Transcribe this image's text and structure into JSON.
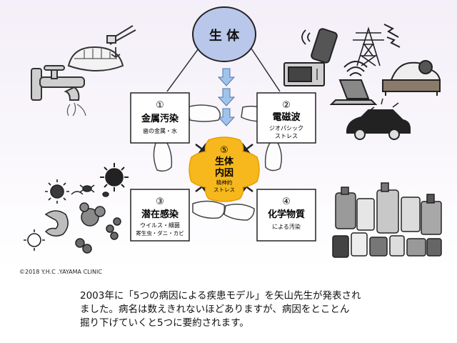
{
  "top_node": {
    "label": "生 体"
  },
  "boxes": [
    {
      "num": "①",
      "title": "金属汚染",
      "sub1": "歯の金属・水",
      "sub2": ""
    },
    {
      "num": "②",
      "title": "電磁波",
      "sub1": "ジオパシック",
      "sub2": "ストレス"
    },
    {
      "num": "③",
      "title": "潜在感染",
      "sub1": "ウイルス・細菌",
      "sub2": "寄生虫・ダニ・カビ"
    },
    {
      "num": "④",
      "title": "化学物質",
      "sub1": "による汚染",
      "sub2": ""
    }
  ],
  "center": {
    "num": "⑤",
    "line1": "生体",
    "line2": "内因",
    "sub1": "精神的",
    "sub2": "ストレス"
  },
  "copyright": "©2018 Y.H.C .YAYAMA CLINIC",
  "caption": [
    "2003年に「5つの病因による疾患モデル」を矢山先生が発表され",
    "ました。病名は数えきれないほどありますが、病因をとことん",
    "掘り下げていくと5つに要約されます。"
  ],
  "colors": {
    "top_node_fill": "#b9c7ea",
    "center_fill": "#f6b81c",
    "arrow_fill": "#9fc3ea"
  },
  "icons": [
    "faucet-icon",
    "dentures-icon",
    "tweezers-icon",
    "microwave-icon",
    "smartphone-icon",
    "power-tower-icon",
    "laptop-icon",
    "wifi-icon",
    "car-icon",
    "bed-icon",
    "virus-icon",
    "bacteria-icon",
    "mite-icon",
    "bottles-icon"
  ]
}
